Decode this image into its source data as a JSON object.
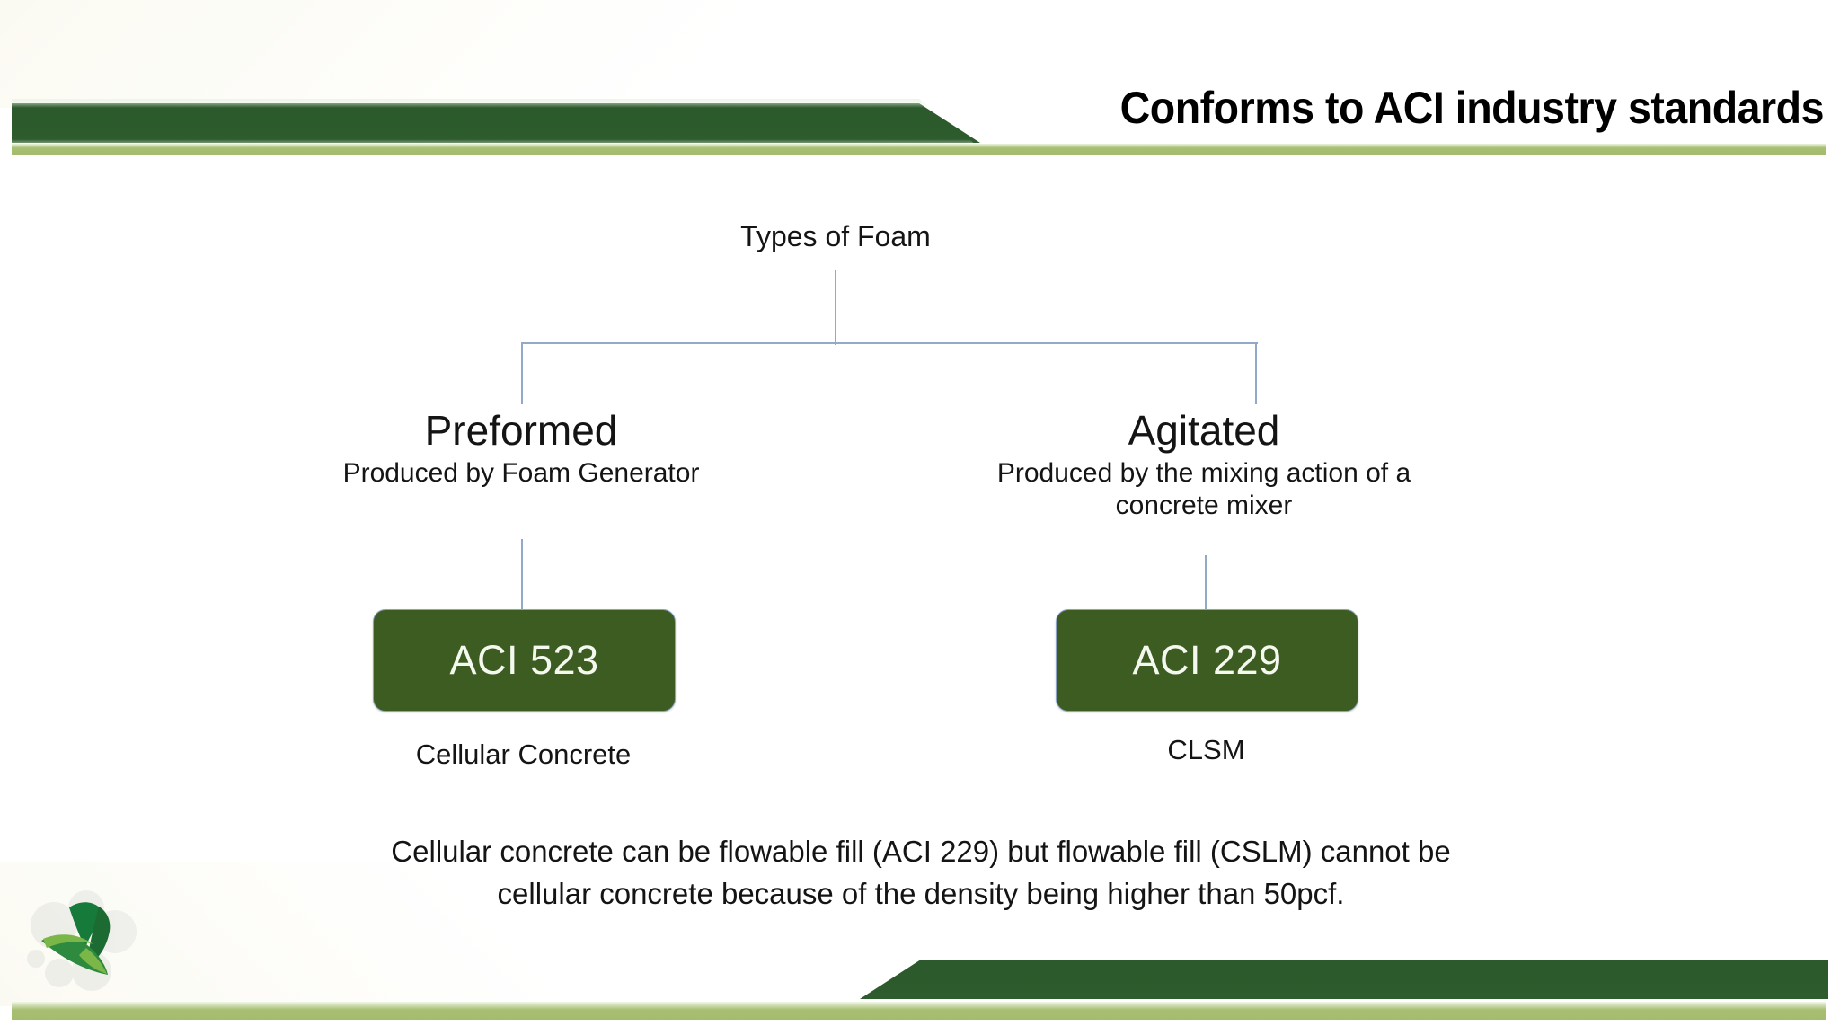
{
  "slide": {
    "title": "Conforms to ACI industry standards",
    "accent_dark_green": "#2b5a2b",
    "accent_olive": "#a4bc6d",
    "box_green": "#3d5c22",
    "connector_color": "#93a9c8",
    "text_color": "#141414"
  },
  "diagram": {
    "root_label": "Types of Foam",
    "branches": [
      {
        "heading": "Preformed",
        "subtitle": "Produced by Foam Generator",
        "box_label": "ACI 523",
        "caption": "Cellular Concrete"
      },
      {
        "heading": "Agitated",
        "subtitle_line1": "Produced by the mixing action of a",
        "subtitle_line2": "concrete mixer",
        "box_label": "ACI 229",
        "caption": "CLSM"
      }
    ]
  },
  "footnote": {
    "line1": "Cellular concrete can be flowable fill (ACI 229) but flowable fill (CSLM) cannot be",
    "line2": "cellular concrete because of the density being higher than 50pcf."
  }
}
